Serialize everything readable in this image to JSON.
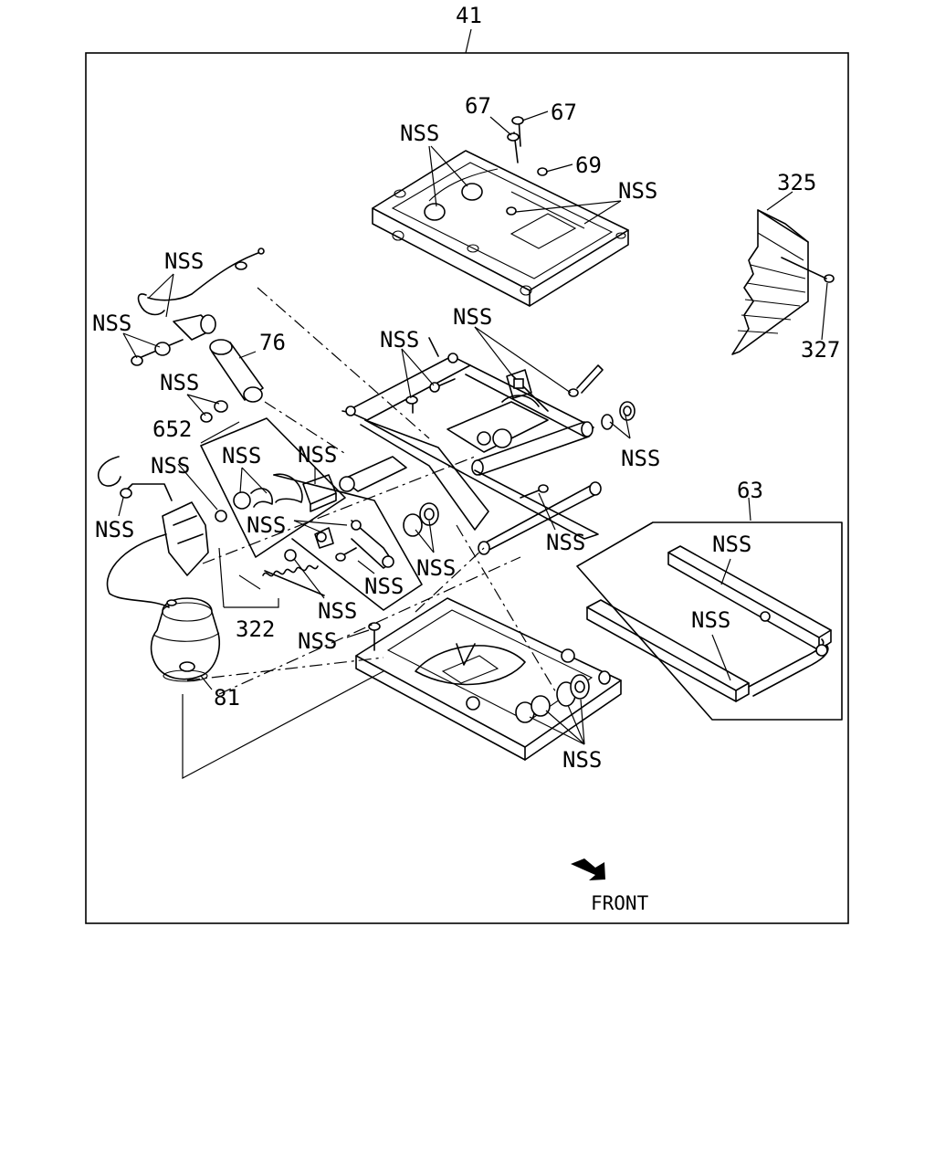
{
  "labels": {
    "assembly": "41",
    "bolt_a": "67",
    "bolt_b": "67",
    "nut": "69",
    "cover": "325",
    "screw": "327",
    "shock_absorber": "76",
    "bracket": "652",
    "rails": "63",
    "spring": "322",
    "air_spring": "81",
    "nss": "NSS",
    "front": "FRONT"
  }
}
